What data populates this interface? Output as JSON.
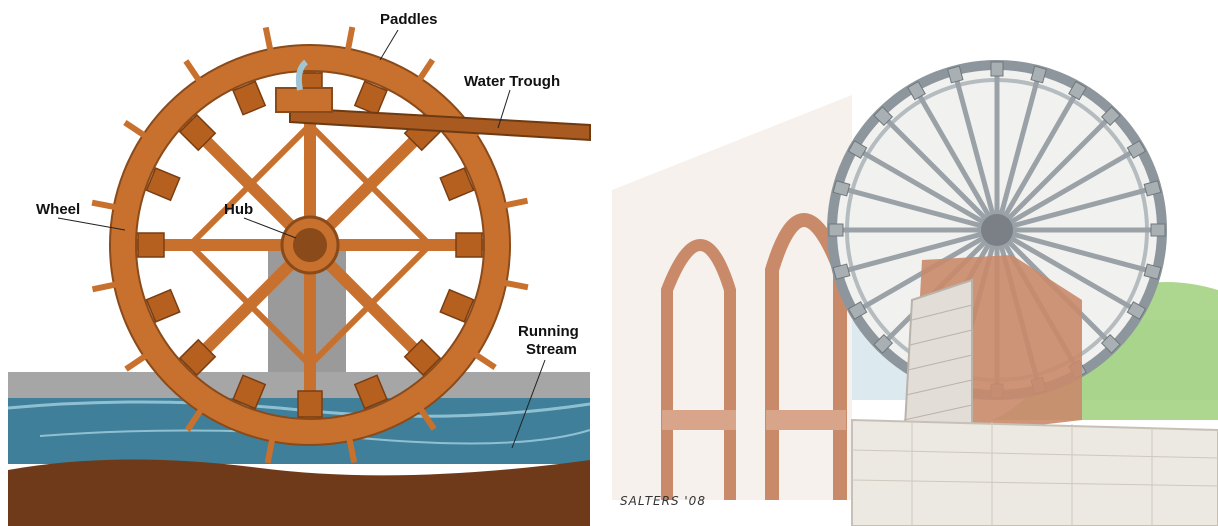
{
  "diagram": {
    "labels": {
      "paddles": "Paddles",
      "water_trough": "Water Trough",
      "wheel": "Wheel",
      "hub": "Hub",
      "running_stream": "Running Stream"
    },
    "colors": {
      "wood": "#c8712e",
      "wood_dark": "#8a4a1a",
      "water": "#3f7f9a",
      "ground": "#6e3a1a",
      "wall": "#a6a6a6",
      "support": "#9a9a9a"
    }
  },
  "illustration": {
    "signature": "SALTERS '08",
    "colors": {
      "brick": "#c98a6a",
      "stone": "#e2ddd6",
      "grass": "#8fc46a",
      "wheel": "#8d969c"
    }
  }
}
